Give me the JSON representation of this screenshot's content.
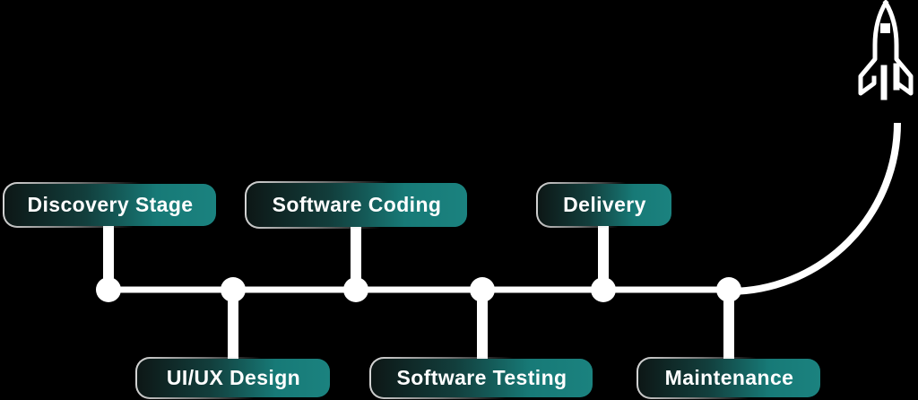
{
  "diagram": {
    "stages": [
      {
        "label": "Discovery Stage",
        "position": "top",
        "node": 1
      },
      {
        "label": "UI/UX Design",
        "position": "bottom",
        "node": 2
      },
      {
        "label": "Software Coding",
        "position": "top",
        "node": 3
      },
      {
        "label": "Software Testing",
        "position": "bottom",
        "node": 4
      },
      {
        "label": "Delivery",
        "position": "top",
        "node": 5
      },
      {
        "label": "Maintenance",
        "position": "bottom",
        "node": 6
      }
    ],
    "icons": {
      "rocket": "rocket-icon"
    },
    "colors": {
      "background": "#000000",
      "pill_teal": "#1b827f",
      "pill_dark": "#0d1716",
      "pill_border_light": "#d9d9d9",
      "line": "#ffffff",
      "text": "#ffffff"
    }
  }
}
